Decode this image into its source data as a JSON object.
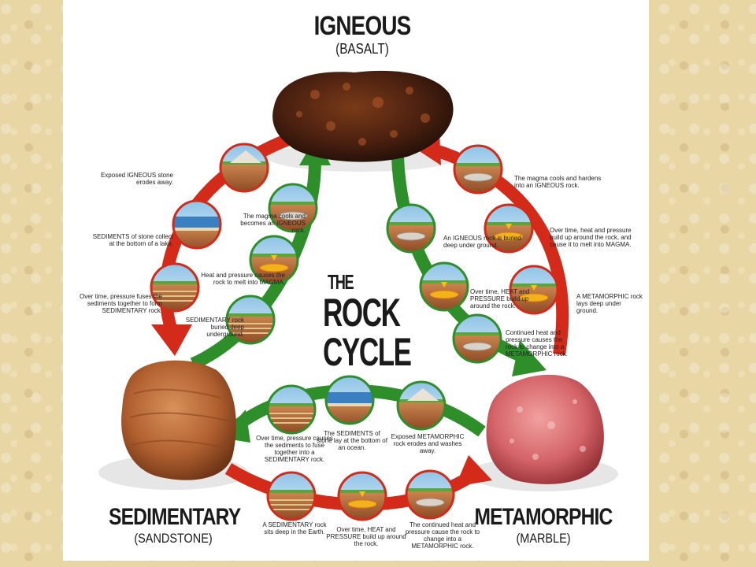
{
  "main_title": [
    "THE",
    "ROCK",
    "CYCLE"
  ],
  "rock_types": {
    "igneous": {
      "name": "IGNEOUS",
      "example": "(BASALT)"
    },
    "sedimentary": {
      "name": "SEDIMENTARY",
      "example": "(SANDSTONE)"
    },
    "metamorphic": {
      "name": "METAMORPHIC",
      "example": "(MARBLE)"
    }
  },
  "captions": {
    "exposed_igneous": "Exposed IGNEOUS stone erodes away.",
    "sediments_lake": "SEDIMENTS of stone collect at the bottom of a lake.",
    "pressure_fuses": "Over time, pressure fuses the sediments together to form SEDIMENTARY rock.",
    "magma_cools_left": "The magma cools and becomes an IGNEOUS rock.",
    "heat_pressure_magma": "Heat and pressure causes the rock to melt into MAGMA.",
    "sedimentary_buried": "SEDIMENTARY rock buried deep underground.",
    "magma_cools_right": "The magma cools and hardens into an IGNEOUS rock.",
    "heat_pressure_build": "Over time, heat and pressure build up around the rock, and cause it to melt into MAGMA.",
    "metamorphic_deep": "A METAMORPHIC rock lays deep under ground.",
    "igneous_buried": "An IGNEOUS rock is buried deep under ground.",
    "over_time_heat": "Over time, HEAT and PRESSURE build up around the rock.",
    "continued_heat": "Continued heat and pressure causes the rock to change into a METAMORPHIC rock.",
    "pressure_sediments_fuse": "Over time, pressure causes the sediments to fuse together into a SEDIMENTARY rock.",
    "sediments_ocean": "The SEDIMENTS of stone lay at the bottom of an ocean.",
    "exposed_metamorphic": "Exposed METAMORPHIC rock erodes and washes away.",
    "sedimentary_deep": "A SEDIMENTARY rock sits deep in the Earth.",
    "heat_pressure_bottom": "Over time, HEAT and PRESSURE build up around the rock.",
    "continued_bottom": "The continued heat and pressure cause the rock to change into a METAMORPHIC rock."
  },
  "colors": {
    "arrow_red": "#d42a1a",
    "arrow_green": "#2e8f2a",
    "igneous_rock": "#5a2a14",
    "sandstone": "#b8683a",
    "marble": "#d96a6e"
  }
}
